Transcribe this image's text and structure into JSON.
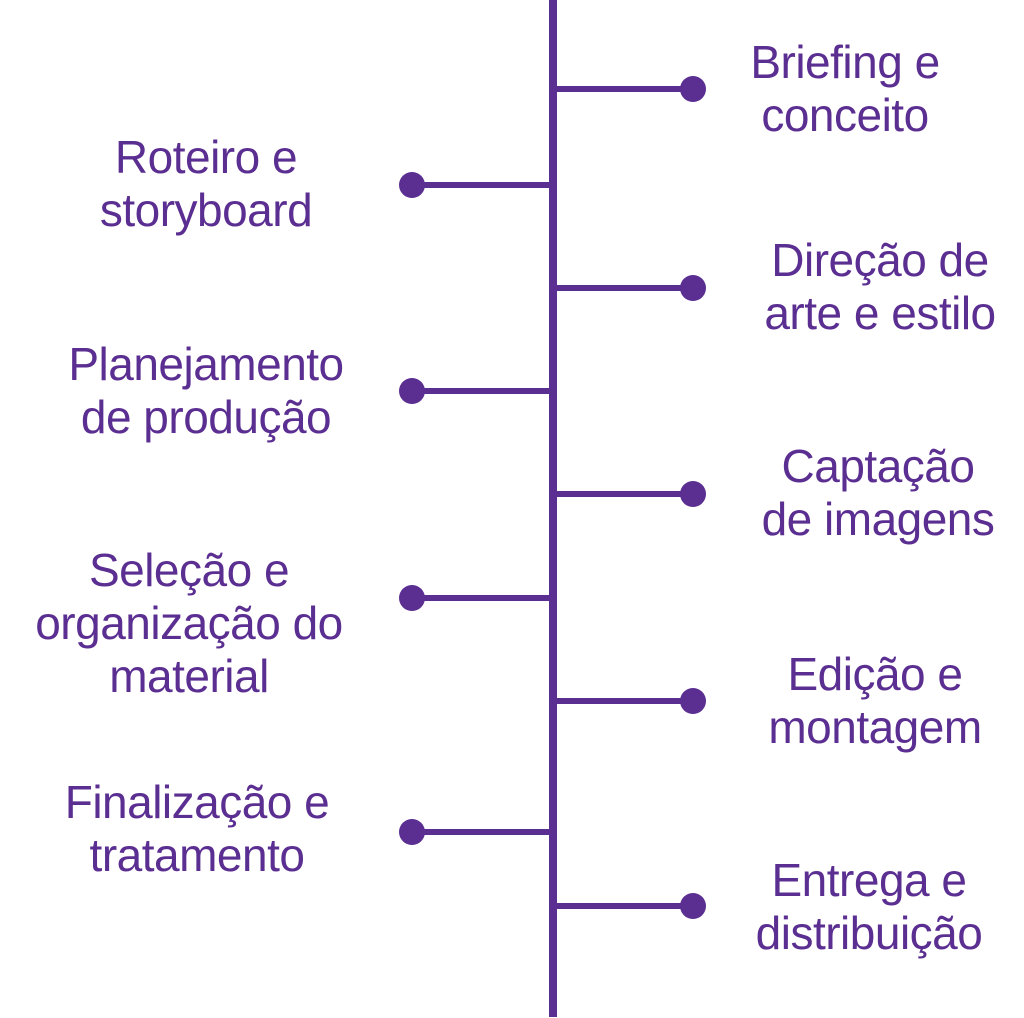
{
  "diagram": {
    "title": "",
    "accent_color": "#5B2E91",
    "steps": [
      {
        "order": 1,
        "side": "right",
        "lines": [
          "Briefing e",
          "conceito"
        ]
      },
      {
        "order": 2,
        "side": "left",
        "lines": [
          "Roteiro e",
          "storyboard"
        ]
      },
      {
        "order": 3,
        "side": "right",
        "lines": [
          "Direção de",
          "arte e estilo"
        ]
      },
      {
        "order": 4,
        "side": "left",
        "lines": [
          "Planejamento",
          "de produção"
        ]
      },
      {
        "order": 5,
        "side": "right",
        "lines": [
          "Captação",
          "de imagens"
        ]
      },
      {
        "order": 6,
        "side": "left",
        "lines": [
          "Seleção e",
          "organização do",
          "material"
        ]
      },
      {
        "order": 7,
        "side": "right",
        "lines": [
          "Edição e",
          "montagem"
        ]
      },
      {
        "order": 8,
        "side": "left",
        "lines": [
          "Finalização e",
          "tratamento"
        ]
      },
      {
        "order": 9,
        "side": "right",
        "lines": [
          "Entrega e",
          "distribuição"
        ]
      }
    ]
  }
}
